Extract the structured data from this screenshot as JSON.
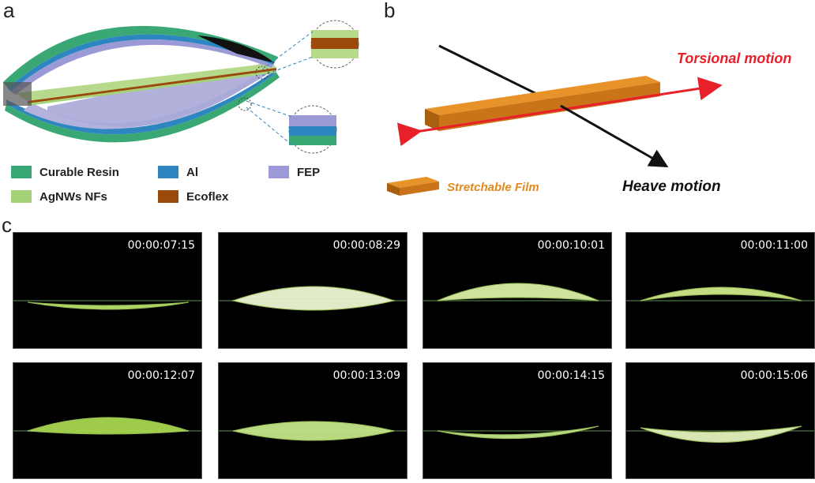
{
  "panels": {
    "a": "a",
    "b": "b",
    "c": "c"
  },
  "legend": [
    {
      "label": "Curable Resin",
      "color": "#3aa874"
    },
    {
      "label": "Al",
      "color": "#2e86c1"
    },
    {
      "label": "FEP",
      "color": "#9b9ad6"
    },
    {
      "label": "AgNWs NFs",
      "color": "#a6d277"
    },
    {
      "label": "Ecoflex",
      "color": "#9c4a0c"
    }
  ],
  "panel_b": {
    "torsional_label": "Torsional motion",
    "heave_label": "Heave motion",
    "film_label": "Stretchable Film",
    "colors": {
      "torsional": "#e8202a",
      "heave": "#111111",
      "film": "#e08a1e"
    }
  },
  "frames": [
    {
      "timestamp": "00:00:07:15"
    },
    {
      "timestamp": "00:00:08:29"
    },
    {
      "timestamp": "00:00:10:01"
    },
    {
      "timestamp": "00:00:11:00"
    },
    {
      "timestamp": "00:00:12:07"
    },
    {
      "timestamp": "00:00:13:09"
    },
    {
      "timestamp": "00:00:14:15"
    },
    {
      "timestamp": "00:00:15:06"
    }
  ]
}
